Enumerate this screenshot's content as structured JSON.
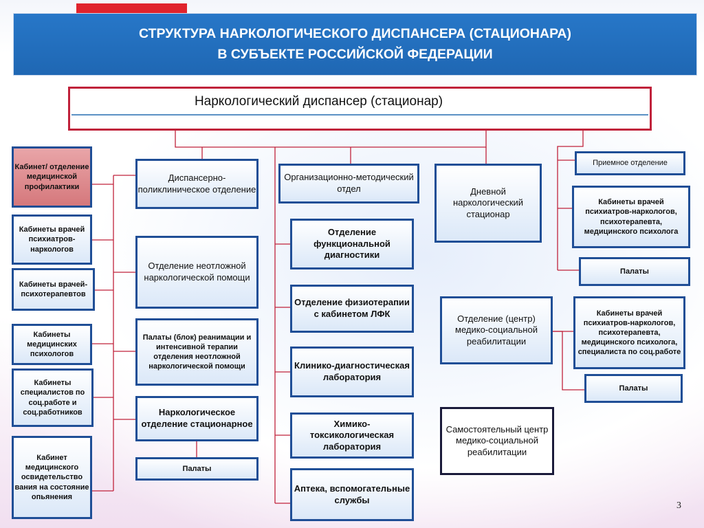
{
  "header": {
    "title_line1": "СТРУКТУРА НАРКОЛОГИЧЕСКОГО ДИСПАНСЕРА (СТАЦИОНАРА)",
    "title_line2": "В СУБЪЕКТЕ РОССИЙСКОЙ ФЕДЕРАЦИИ"
  },
  "root": {
    "label": "Наркологический диспансер (стационар)"
  },
  "left_column": [
    "Кабинет/ отделение медицинской профилактики",
    "Кабинеты врачей психиатров-наркологов",
    "Кабинеты врачей-психотерапевтов",
    "Кабинеты медицинских психологов",
    "Кабинеты специалистов по соц.работе и соц.работников",
    "Кабинет медицинского освидетельство вания на состояние опьянения"
  ],
  "column2": {
    "dispensary": "Диспансерно-поликлиническое отделение",
    "emergency": "Отделение неотложной наркологической помощи",
    "icu": "Палаты (блок) реанимации и интенсивной терапии отделения неотложной наркологической помощи",
    "inpatient": "Наркологическое отделение стационарное",
    "wards": "Палаты"
  },
  "column3": [
    "Организационно-методический отдел",
    "Отделение функциональной диагностики",
    "Отделение физиотерапии с кабинетом ЛФК",
    "Клинико-диагностическая лаборатория",
    "Химико-токсикологическая лаборатория",
    "Аптека, вспомогательные службы"
  ],
  "column4": {
    "day_hospital": "Дневной наркологический стационар",
    "rehab_dept": "Отделение (центр) медико-социальной реабилитации",
    "rehab_center": "Самостоятельный центр медико-социальной реабилитации"
  },
  "column5": {
    "admission": "Приемное отделение",
    "doctors_1": "Кабинеты врачей психиатров-наркологов, психотерапевта, медицинского психолога",
    "wards_1": "Палаты",
    "doctors_2": "Кабинеты врачей психиатров-наркологов, психотерапевта, медицинского психолога, специалиста по соц.работе",
    "wards_2": "Палаты"
  },
  "page_number": "3",
  "colors": {
    "banner": "#1f67b3",
    "accent_red": "#e0242d",
    "box_border": "#1f4e96",
    "connector": "#c0213a",
    "highlight_box": "#d5787c"
  }
}
